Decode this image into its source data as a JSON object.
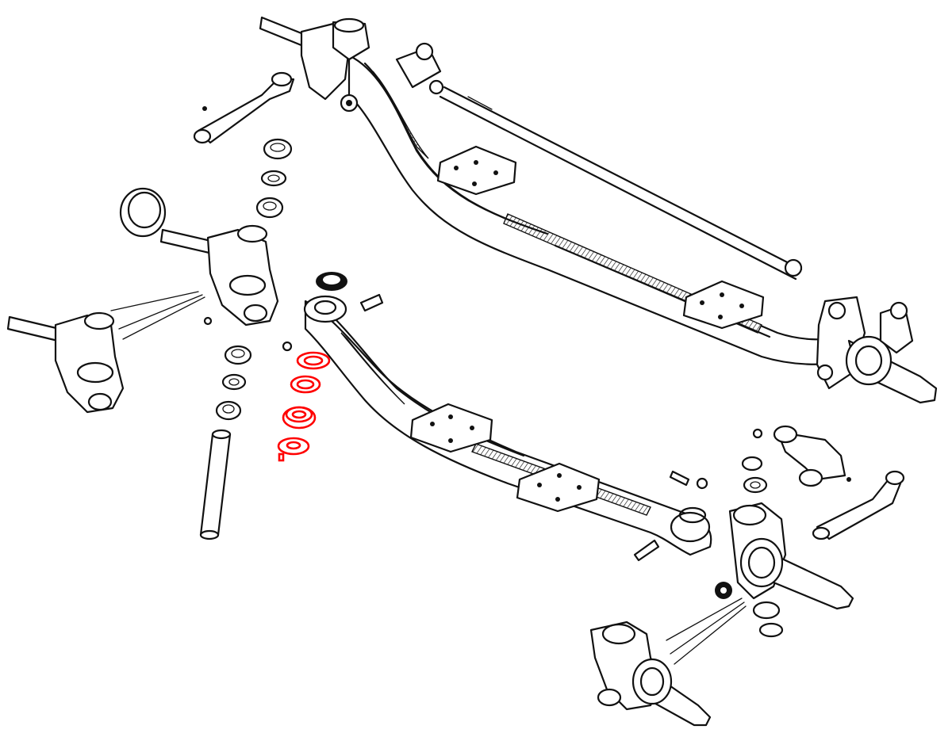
{
  "diagram": {
    "highlight_color": "#ff0000",
    "ink_color": "#111111",
    "background": "#ffffff",
    "highlighted_parts": [
      "shim-washer",
      "shim-washer",
      "thrust-bearing",
      "shim-plate",
      "dowel-pin"
    ]
  }
}
